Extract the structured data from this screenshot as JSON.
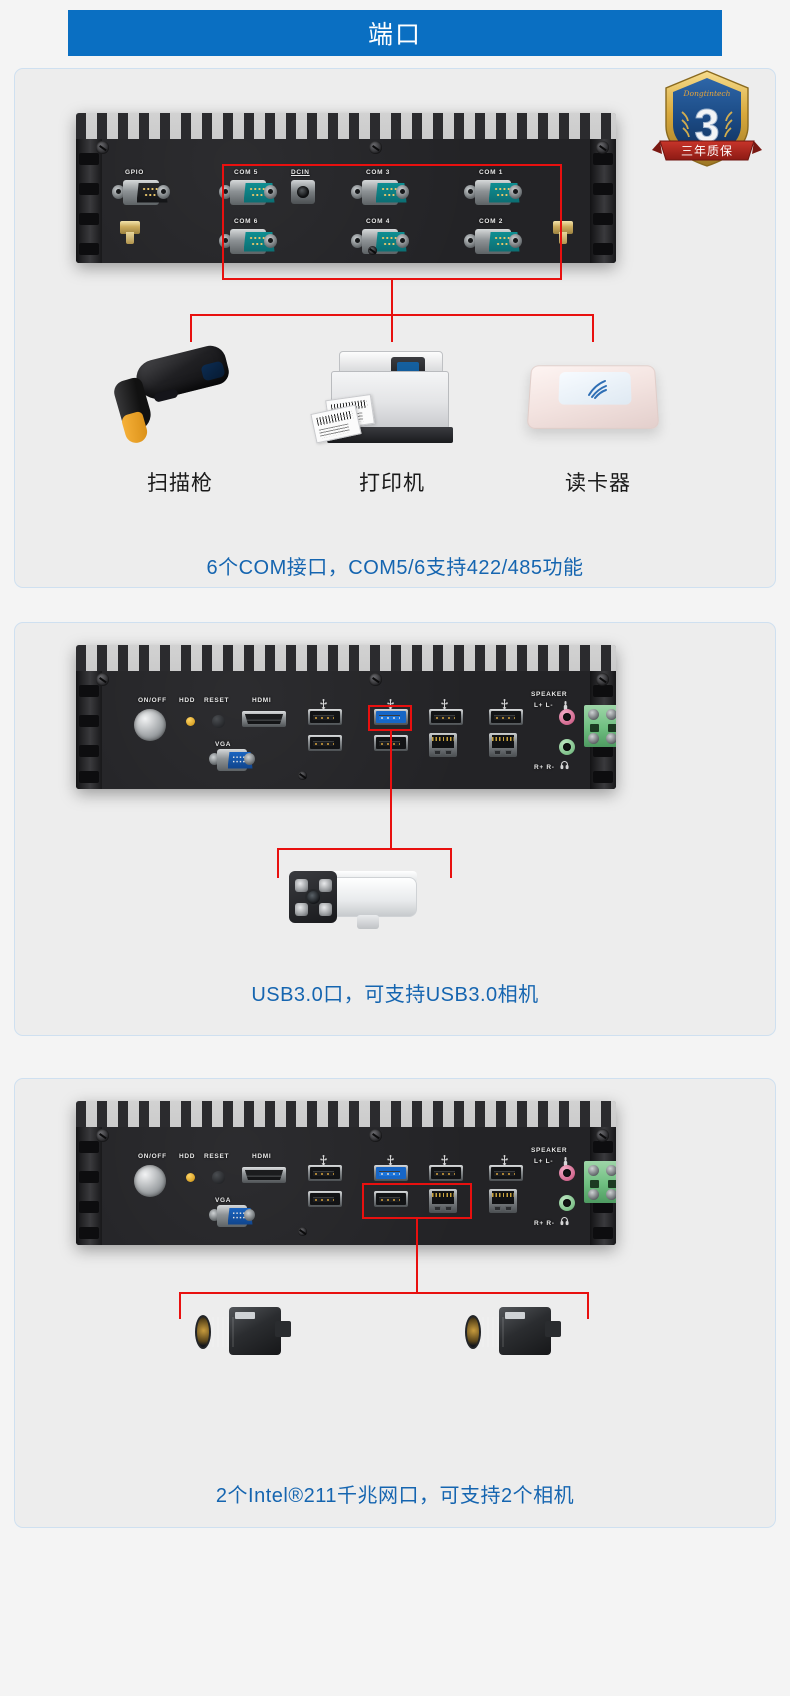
{
  "header": {
    "title": "端口",
    "banner_color": "#0a6fc2",
    "title_color": "#ffffff"
  },
  "badge": {
    "brand": "Dongtintech",
    "number": "3",
    "ribbon_text": "三年质保",
    "shield_color": "#1b4a84",
    "gold_color": "#d8a93c",
    "ribbon_color": "#a8231c"
  },
  "accent": {
    "highlight_red": "#e8100f",
    "caption_blue": "#1565b0",
    "panel_bg": "#ededed",
    "panel_border": "#cfe0f0",
    "page_bg": "#f4f4f4"
  },
  "panels": [
    {
      "id": "com-ports-panel",
      "device_view": "front-io-panel",
      "port_labels": [
        {
          "name": "GPIO",
          "text": "GPIO"
        },
        {
          "name": "COM5",
          "text": "COM 5"
        },
        {
          "name": "DCIN",
          "text": "DCIN"
        },
        {
          "name": "COM3",
          "text": "COM 3"
        },
        {
          "name": "COM1",
          "text": "COM 1"
        },
        {
          "name": "COM6",
          "text": "COM 6"
        },
        {
          "name": "COM4",
          "text": "COM 4"
        },
        {
          "name": "COM2",
          "text": "COM 2"
        }
      ],
      "peripherals": [
        {
          "name": "scanner",
          "label": "扫描枪"
        },
        {
          "name": "printer",
          "label": "打印机"
        },
        {
          "name": "card-reader",
          "label": "读卡器"
        }
      ],
      "caption": "6个COM接口，COM5/6支持422/485功能"
    },
    {
      "id": "usb3-panel",
      "device_view": "rear-io-panel",
      "port_labels": [
        {
          "name": "ONOFF",
          "text": "ON/OFF"
        },
        {
          "name": "HDD",
          "text": "HDD"
        },
        {
          "name": "RESET",
          "text": "RESET"
        },
        {
          "name": "HDMI",
          "text": "HDMI"
        },
        {
          "name": "VGA",
          "text": "VGA"
        },
        {
          "name": "SPEAKER",
          "text": "SPEAKER"
        },
        {
          "name": "SPEAKER_POLARITY_TOP",
          "text": "L+  L-"
        },
        {
          "name": "SPEAKER_POLARITY_BOTTOM",
          "text": "R+  R-"
        }
      ],
      "peripherals": [
        {
          "name": "ip-bullet-camera",
          "label": ""
        }
      ],
      "caption": "USB3.0口，可支持USB3.0相机"
    },
    {
      "id": "lan-panel",
      "device_view": "rear-io-panel",
      "port_labels": [
        {
          "name": "ONOFF",
          "text": "ON/OFF"
        },
        {
          "name": "HDD",
          "text": "HDD"
        },
        {
          "name": "RESET",
          "text": "RESET"
        },
        {
          "name": "HDMI",
          "text": "HDMI"
        },
        {
          "name": "VGA",
          "text": "VGA"
        },
        {
          "name": "SPEAKER",
          "text": "SPEAKER"
        },
        {
          "name": "SPEAKER_POLARITY_TOP",
          "text": "L+  L-"
        },
        {
          "name": "SPEAKER_POLARITY_BOTTOM",
          "text": "R+  R-"
        }
      ],
      "peripherals": [
        {
          "name": "industrial-box-camera-left",
          "label": ""
        },
        {
          "name": "industrial-box-camera-right",
          "label": ""
        }
      ],
      "caption": "2个Intel®211千兆网口，可支持2个相机"
    }
  ]
}
